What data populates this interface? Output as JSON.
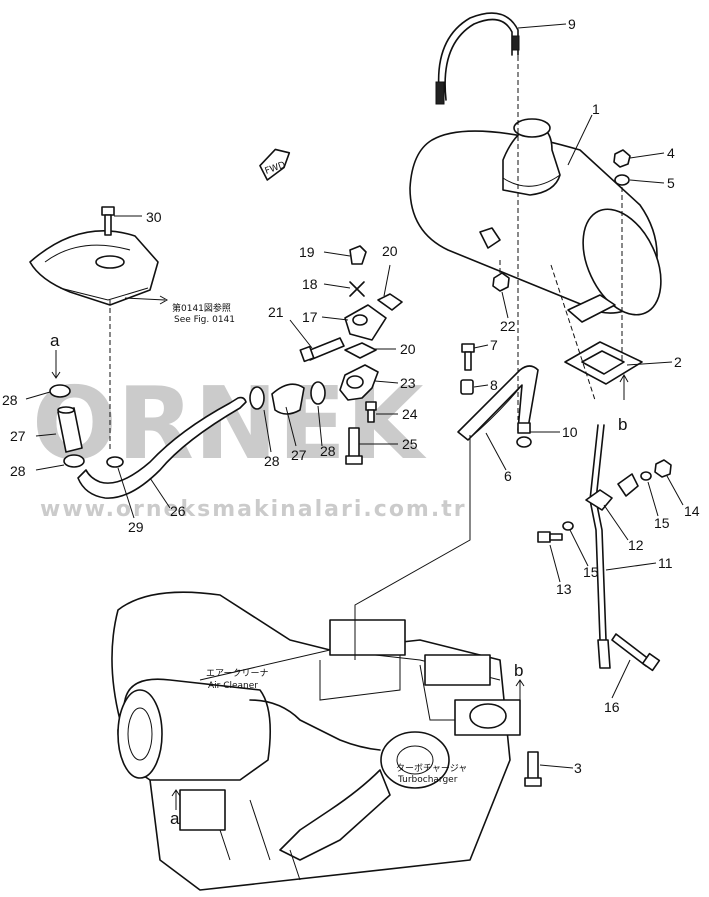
{
  "callouts": {
    "p1": "1",
    "p2": "2",
    "p3": "3",
    "p4": "4",
    "p5": "5",
    "p6": "6",
    "p7": "7",
    "p8": "8",
    "p9": "9",
    "p10": "10",
    "p11": "11",
    "p12": "12",
    "p13": "13",
    "p14": "14",
    "p15a": "15",
    "p15b": "15",
    "p16": "16",
    "p17": "17",
    "p18": "18",
    "p19": "19",
    "p20a": "20",
    "p20b": "20",
    "p21": "21",
    "p22": "22",
    "p23": "23",
    "p24": "24",
    "p25": "25",
    "p26": "26",
    "p27a": "27",
    "p27b": "27",
    "p28a": "28",
    "p28b": "28",
    "p28c": "28",
    "p28d": "28",
    "p29": "29",
    "p30": "30"
  },
  "letters": {
    "a_top": "a",
    "a_bottom": "a",
    "b_right": "b",
    "b_turbo": "b"
  },
  "labels": {
    "fwd": "FWD",
    "see_fig_jp": "第0141図参照",
    "see_fig_en": "See Fig. 0141",
    "air_cleaner_jp": "エアークリーナ",
    "air_cleaner_en": "Air Cleaner",
    "turbo_jp": "ターボチャージャ",
    "turbo_en": "Turbocharger"
  },
  "watermark": {
    "brand": "ORNEK",
    "url": "www.orneksmakinalari.com.tr"
  }
}
